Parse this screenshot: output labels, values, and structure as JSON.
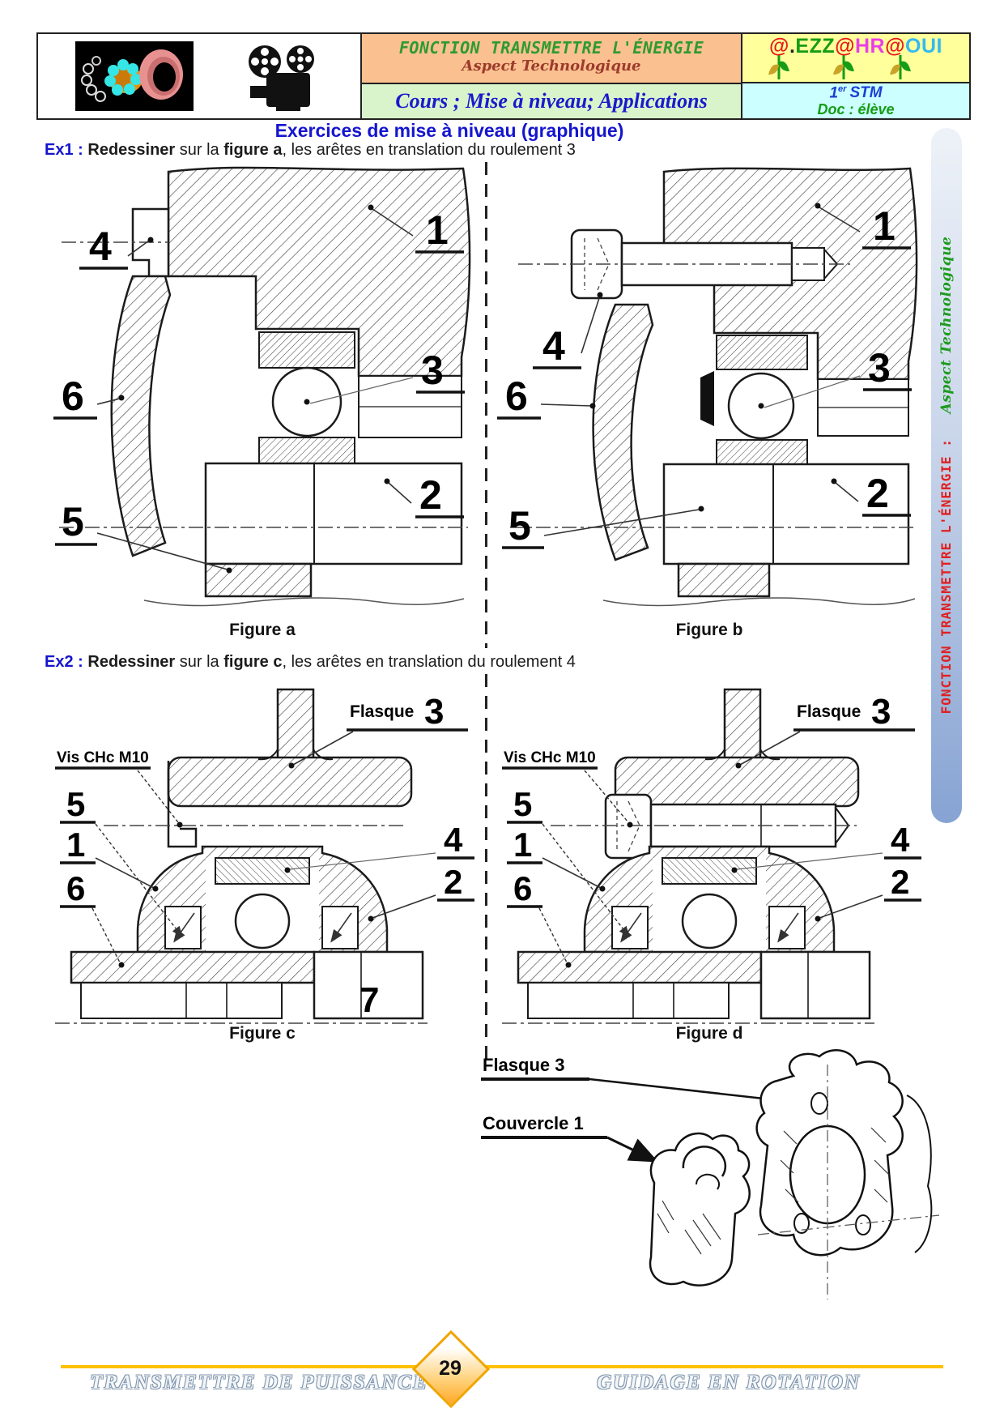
{
  "header": {
    "course_title": "FONCTION TRANSMETTRE L'ÉNERGIE",
    "course_subtitle": "Aspect Technologique",
    "row2_title": "Cours ; Mise à niveau; Applications",
    "logo": {
      "at1": "@",
      "dot": ".",
      "ezz": "EZZ",
      "at2": "@",
      "hr": "HR",
      "at3": "@",
      "oui": "OUI"
    },
    "grade_num": "1",
    "grade_sup": "er",
    "grade_label": "STM",
    "doc_label": "Doc : élève"
  },
  "page_title": "Exercices de mise à niveau (graphique)",
  "exercises": {
    "ex1": {
      "tag": "Ex1 :",
      "verb": "Redessiner",
      "mid": " sur la ",
      "target": "figure a",
      "rest": ", les arêtes en translation du roulement 3"
    },
    "ex2": {
      "tag": "Ex2 :",
      "verb": "Redessiner",
      "mid": " sur la ",
      "target": "figure c",
      "rest": ", les arêtes en translation du roulement 4"
    }
  },
  "figure_a": {
    "caption": "Figure a",
    "n1": "1",
    "n2": "2",
    "n3": "3",
    "n4": "4",
    "n5": "5",
    "n6": "6"
  },
  "figure_b": {
    "caption": "Figure b",
    "n1": "1",
    "n2": "2",
    "n3": "3",
    "n4": "4",
    "n5": "5",
    "n6": "6"
  },
  "figure_c": {
    "caption": "Figure c",
    "flasque": "Flasque",
    "flasque_num": "3",
    "vis": "Vis CHc M10",
    "n1": "1",
    "n2": "2",
    "n4": "4",
    "n5": "5",
    "n6": "6",
    "n7": "7"
  },
  "figure_d": {
    "caption": "Figure d",
    "flasque": "Flasque",
    "flasque_num": "3",
    "vis": "Vis CHc M10",
    "n1": "1",
    "n2": "2",
    "n4": "4",
    "n5": "5",
    "n6": "6"
  },
  "iso": {
    "flasque_label": "Flasque 3",
    "couvercle_label": "Couvercle 1"
  },
  "sidebar": {
    "main": "FONCTION TRANSMETTRE L'ÉNERGIE :",
    "accent": "Aspect Technologique"
  },
  "footer": {
    "left": "TRANSMETTRE DE PUISSANCE",
    "page_number": "29",
    "right": "GUIDAGE EN ROTATION"
  },
  "colors": {
    "accent_gold": "#ffc000",
    "title_blue": "#1515cf",
    "title_green": "#2e9b2e",
    "subtitle_maroon": "#9c3a2c",
    "sidebar_red": "#e02020",
    "sidebar_green": "#1d9b1d"
  }
}
